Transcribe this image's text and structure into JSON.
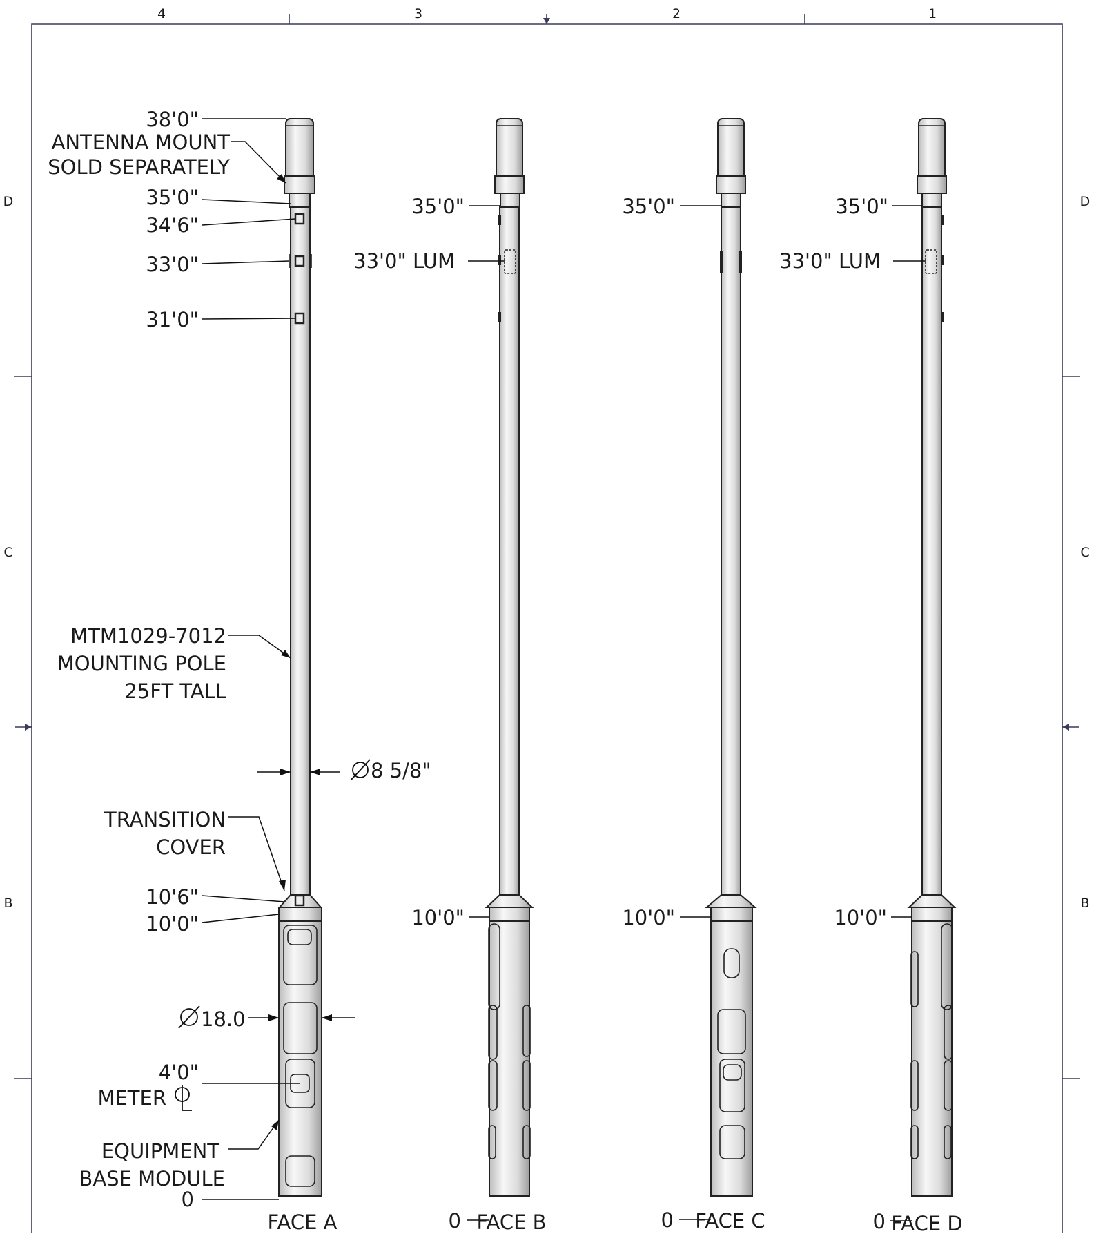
{
  "sheet": {
    "column_zones": [
      "4",
      "3",
      "2",
      "1"
    ],
    "row_zones": [
      "D",
      "C",
      "B"
    ]
  },
  "face_a": {
    "callouts": {
      "h38": "38'0\"",
      "antenna_1": "ANTENNA MOUNT",
      "antenna_2": "SOLD SEPARATELY",
      "h35": "35'0\"",
      "h34_6": "34'6\"",
      "h33": "33'0\"",
      "h31": "31'0\"",
      "pole_1": "MTM1029-7012",
      "pole_2": "MOUNTING POLE",
      "pole_3": "25FT TALL",
      "pole_diameter": "8 5/8\"",
      "transition_1": "TRANSITION",
      "transition_2": "COVER",
      "h10_6": "10'6\"",
      "h10": "10'0\"",
      "base_diameter": "18.0",
      "meter_height": "4'0\"",
      "meter_label": "METER",
      "equipment_1": "EQUIPMENT",
      "equipment_2": "BASE MODULE",
      "h0": "0"
    },
    "face_label": "FACE A"
  },
  "face_b": {
    "h35": "35'0\"",
    "lum": "33'0\" LUM",
    "h10": "10'0\"",
    "h0": "0",
    "face_label": "FACE B"
  },
  "face_c": {
    "h35": "35'0\"",
    "h10": "10'0\"",
    "h0": "0",
    "face_label": "FACE C"
  },
  "face_d": {
    "h35": "35'0\"",
    "lum": "33'0\" LUM",
    "h10": "10'0\"",
    "h0": "0",
    "face_label": "FACE D"
  }
}
